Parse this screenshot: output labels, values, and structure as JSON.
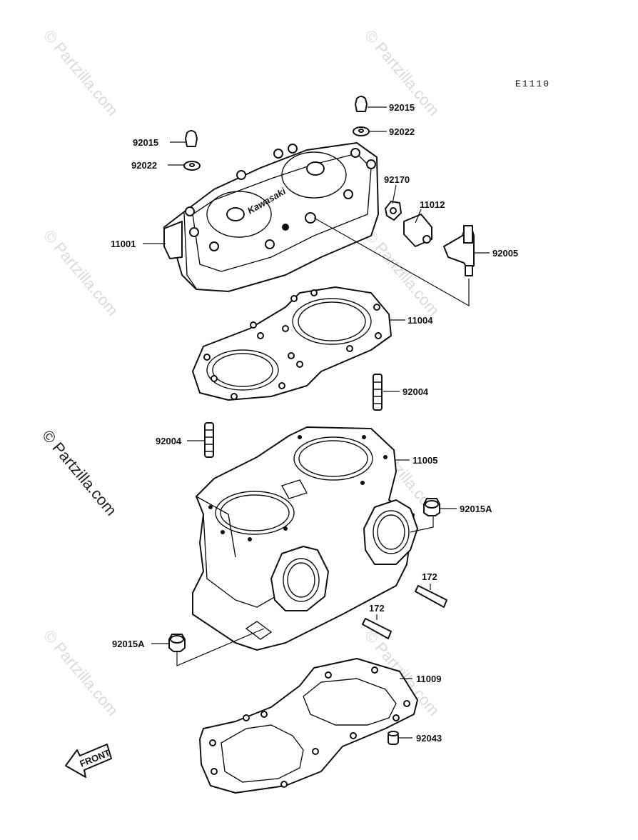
{
  "diagram": {
    "code": "E1110",
    "watermark": "© Partzilla.com",
    "front_label": "FRONT",
    "logo_text": "Kawasaki",
    "callouts": {
      "c92015_top": "92015",
      "c92022_top": "92022",
      "c92015_left": "92015",
      "c92022_left": "92022",
      "c92170": "92170",
      "c11012": "11012",
      "c11001": "11001",
      "c92005": "92005",
      "c11004": "11004",
      "c92004_right": "92004",
      "c92004_left": "92004",
      "c11005": "11005",
      "c92015A_right": "92015A",
      "c172_right": "172",
      "c172_left": "172",
      "c92015A_left": "92015A",
      "c11009": "11009",
      "c92043": "92043"
    }
  }
}
